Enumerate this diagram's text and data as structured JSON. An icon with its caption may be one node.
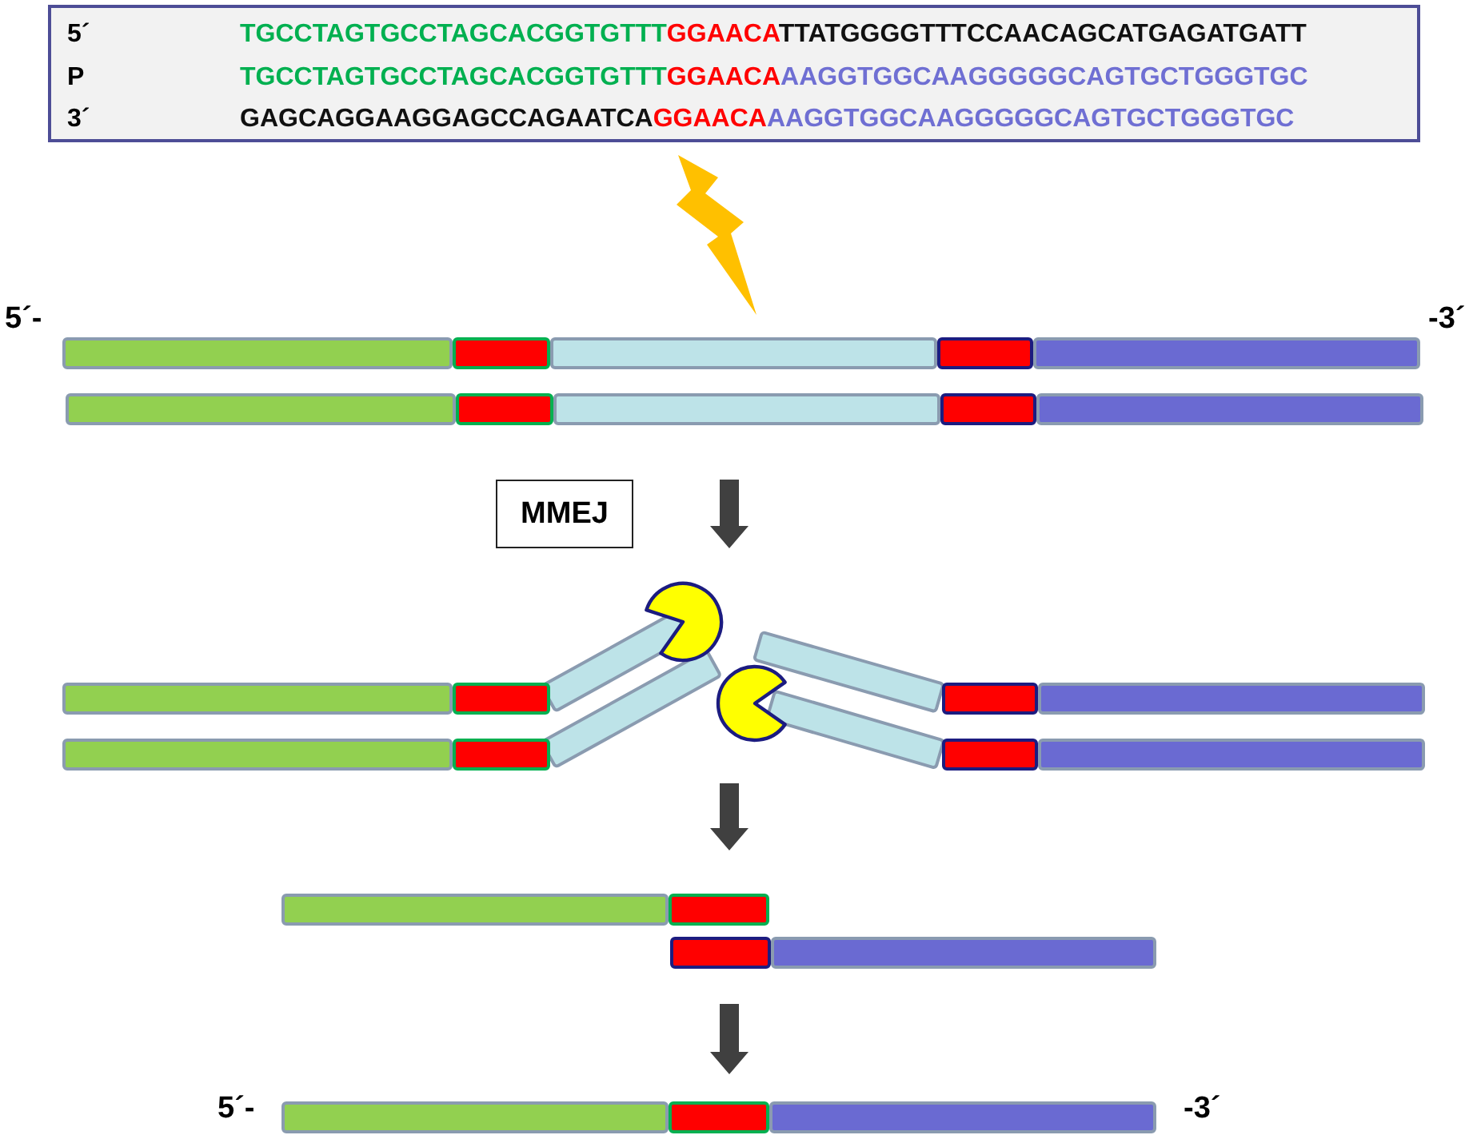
{
  "diagram": {
    "nodes": [
      {
        "text": [
          "5´",
          "TGCCTAGTGCCTAGCACGGTGTTT",
          "GGAACA",
          "TTATGGGGTTTCCAACAGCATGAGATGATT",
          "P",
          "TGCCTAGTGCCTAGCACGGTGTTT",
          "GGAACA",
          "AAGGTGGCAAGGGGGCAGTGCTGGGTGC",
          "3´",
          "GAGCAGGAAGGAGCCAGAATCA",
          "GGAACA",
          "AAGGTGGCAAGGGGGCAGTGCTGGGTGC"
        ]
      },
      {
        "text": [
          "MMEJ"
        ]
      }
    ],
    "labels": [
      "5´-",
      "-3´",
      "5´-",
      "-3´"
    ]
  }
}
